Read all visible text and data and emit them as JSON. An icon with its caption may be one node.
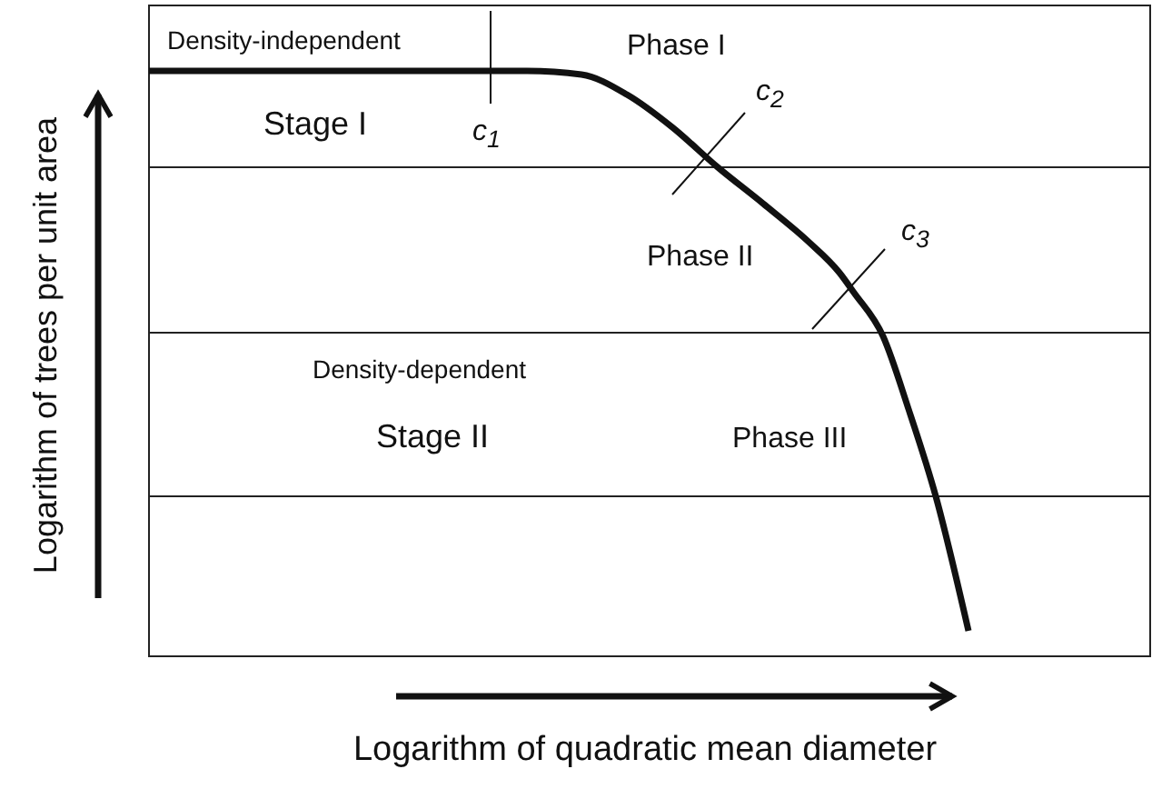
{
  "diagram": {
    "labels": [
      "Density-independent",
      "Phase I",
      "c$_{2}$",
      "Stage I",
      "c$_{1}$",
      "Phase II",
      "c$_{3}$",
      "Density-dependent",
      "Stage II",
      "Phase III",
      "Logarithm of trees per unit area",
      "Logarithm of quadratic mean diameter"
    ]
  }
}
